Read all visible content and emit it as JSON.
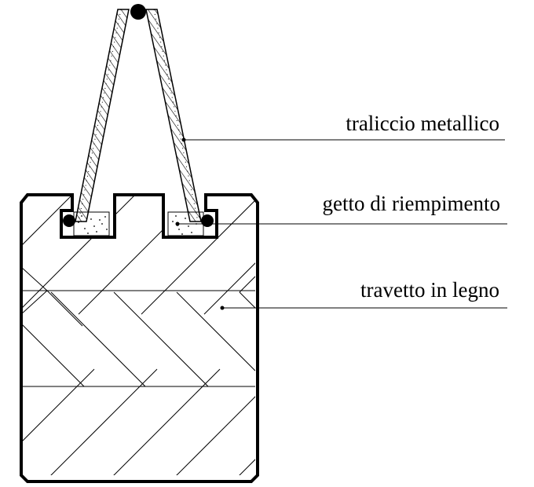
{
  "labels": {
    "truss": "traliccio metallico",
    "fill": "getto di riempimento",
    "joist": "travetto in legno"
  },
  "colors": {
    "line": "#000000",
    "background": "#ffffff"
  }
}
